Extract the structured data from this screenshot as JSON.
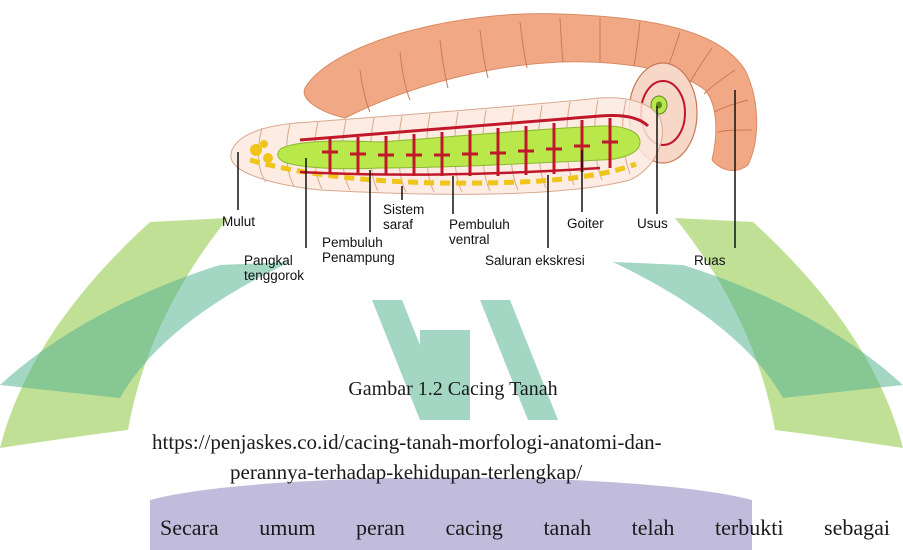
{
  "figure": {
    "labels": {
      "mulut": "Mulut",
      "pangkal_tenggorok": "Pangkal\ntenggorok",
      "pembuluh_penampung": "Pembuluh\nPenampung",
      "sistem_saraf": "Sistem\nsaraf",
      "pembuluh_ventral": "Pembuluh\nventral",
      "saluran_ekskresi": "Saluran ekskresi",
      "goiter": "Goiter",
      "usus": "Usus",
      "ruas": "Ruas"
    },
    "colors": {
      "skin": "#f1a985",
      "blood_vessel": "#c0182a",
      "gut": "#b8e84a",
      "nerve": "#f0c419",
      "watermark_green": "#8cc63f",
      "watermark_teal": "#3aa57f",
      "watermark_purple": "#7b6fb3"
    }
  },
  "caption": {
    "title": "Gambar 1.2 Cacing Tanah",
    "source_line1": "https://penjaskes.co.id/cacing-tanah-morfologi-anatomi-dan-",
    "source_line2": "perannya-terhadap-kehidupan-terlengkap/"
  },
  "body_text": "Secara umum peran cacing tanah telah terbukti sebagai"
}
